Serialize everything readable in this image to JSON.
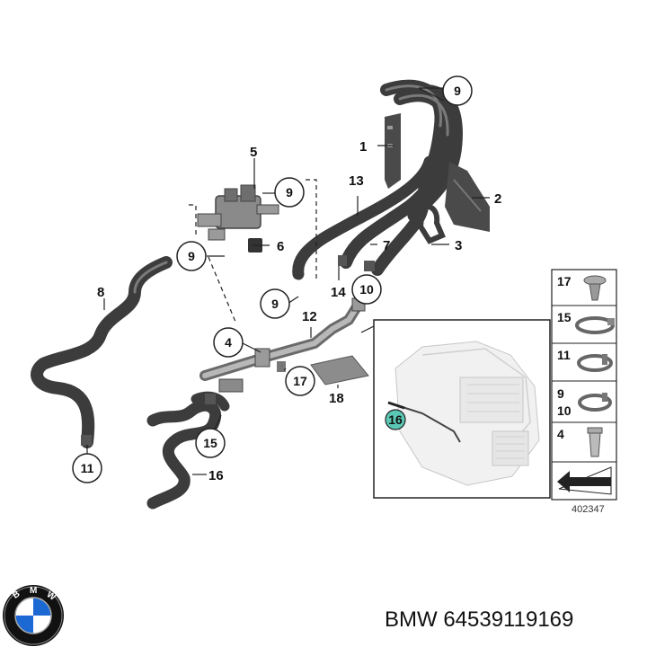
{
  "callouts": {
    "c1": "1",
    "c2": "2",
    "c3": "3",
    "c4": "4",
    "c5": "5",
    "c6": "6",
    "c7": "7",
    "c8": "8",
    "c9a": "9",
    "c9b": "9",
    "c9c": "9",
    "c9d": "9",
    "c10": "10",
    "c11": "11",
    "c12": "12",
    "c13": "13",
    "c14": "14",
    "c15": "15",
    "c16": "16",
    "c17": "17",
    "c18": "18",
    "c16inset": "16"
  },
  "legend": [
    {
      "label": "17",
      "icon": "push-rivet-icon"
    },
    {
      "label": "15",
      "icon": "hose-clamp-icon"
    },
    {
      "label": "11",
      "icon": "spring-clamp-icon"
    },
    {
      "label_a": "9",
      "label_b": "10",
      "icon": "spring-clamp-icon"
    },
    {
      "label": "4",
      "icon": "expanding-nut-icon"
    },
    {
      "label": "",
      "icon": "arrow-wedge-icon"
    }
  ],
  "diagram_number": "402347",
  "footer": {
    "brand_logo": "BMW",
    "part_text": "BMW 64539119169"
  },
  "colors": {
    "hose": "#3c3c3c",
    "inset_highlight": "#5ac8b4",
    "logo_blue": "#1c69d4"
  }
}
